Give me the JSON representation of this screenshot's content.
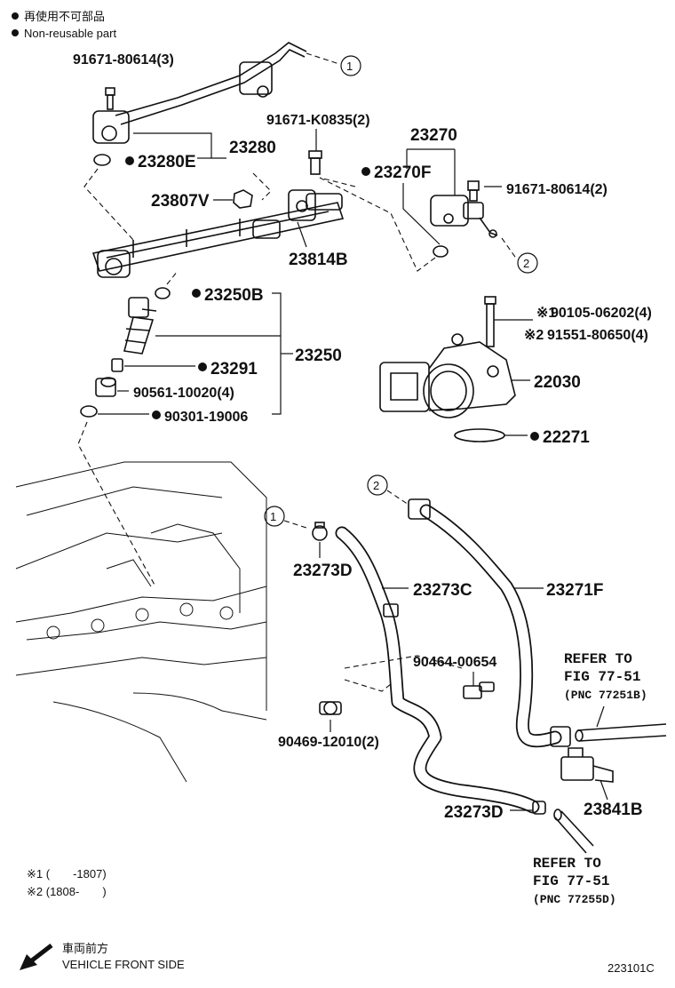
{
  "legend": {
    "reusable_jp": "再使用不可部品",
    "non_reusable": "Non-reusable part"
  },
  "labels": {
    "bolt_top": "91671-80614(3)",
    "p23280": "23280",
    "p23280e": "23280E",
    "bolt_mid": "91671-K0835(2)",
    "p23807v": "23807V",
    "p23814b": "23814B",
    "p23270": "23270",
    "p23270f": "23270F",
    "bolt_right": "91671-80614(2)",
    "p23250b": "23250B",
    "p23250": "23250",
    "p23291": "23291",
    "p90561": "90561-10020(4)",
    "p90301": "90301-19006",
    "note1_part": "90105-06202(4)",
    "note2_part": "91551-80650(4)",
    "note1_mark": "※1",
    "note2_mark": "※2",
    "p22030": "22030",
    "p22271": "22271",
    "p23273d_top": "23273D",
    "p23273c": "23273C",
    "p23271f": "23271F",
    "p90464": "90464-00654",
    "p90469": "90469-12010(2)",
    "p23273d_bottom": "23273D",
    "p23841b": "23841B"
  },
  "refs": {
    "ref1_line1": "REFER TO",
    "ref1_line2": "FIG 77-51",
    "ref1_line3": "(PNC 77251B)",
    "ref2_line1": "REFER TO",
    "ref2_line2": "FIG 77-51",
    "ref2_line3": "(PNC 77255D)"
  },
  "callouts": {
    "c1": "1",
    "c2": "2"
  },
  "footnotes": {
    "f1": "※1 (　　-1807)",
    "f2": "※2 (1808-　　)"
  },
  "orientation": {
    "jp": "車両前方",
    "en": "VEHICLE FRONT SIDE"
  },
  "figure_id": "223101C"
}
